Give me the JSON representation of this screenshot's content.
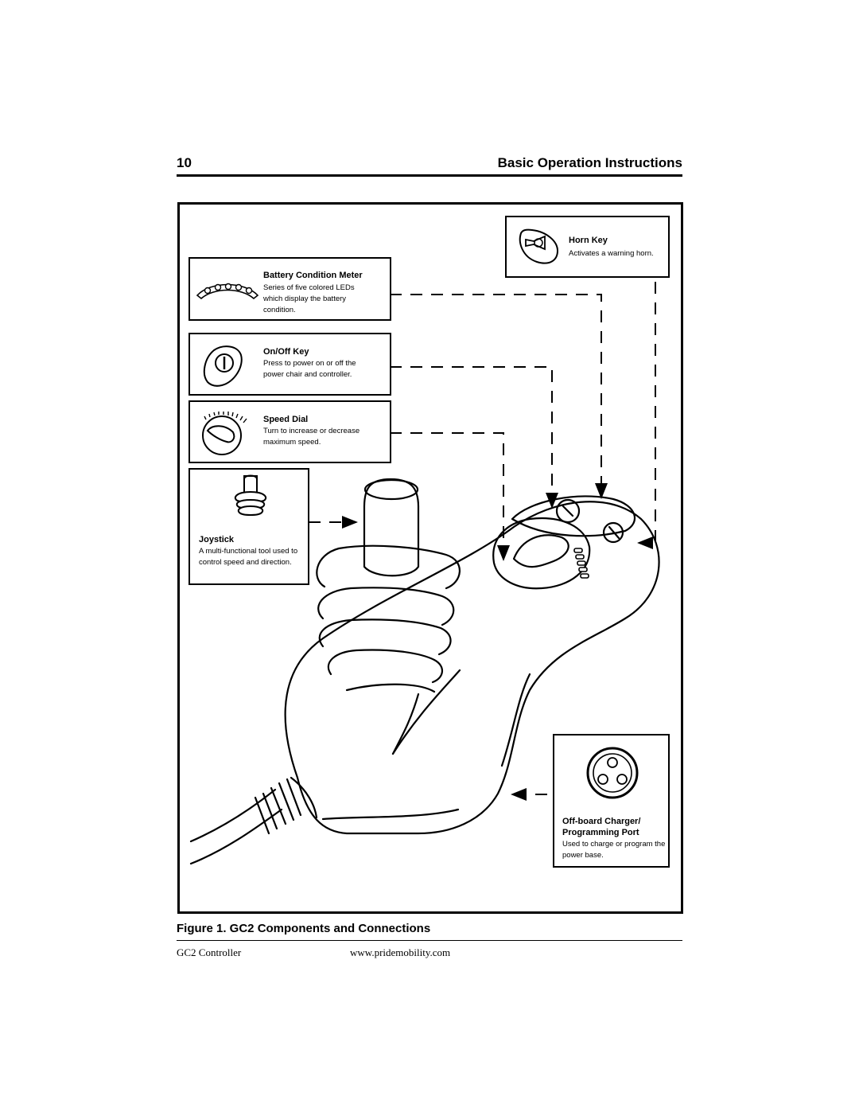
{
  "header": {
    "page_number": "10",
    "section_title": "Basic Operation Instructions"
  },
  "callouts": {
    "horn_key": {
      "title": "Horn Key",
      "description": "Activates a warning horn.",
      "icon": "horn-key-icon"
    },
    "battery_meter": {
      "title": "Battery Condition Meter",
      "description": "Series of five colored LEDs which display the battery condition.",
      "icon": "battery-led-meter-icon"
    },
    "on_off_key": {
      "title": "On/Off Key",
      "description": "Press to power on or off the power chair and controller.",
      "icon": "power-key-icon"
    },
    "speed_dial": {
      "title": "Speed Dial",
      "description": "Turn to increase or decrease maximum speed.",
      "icon": "speed-dial-icon"
    },
    "joystick": {
      "title": "Joystick",
      "description": "A multi-functional tool used to control speed and direction.",
      "icon": "joystick-icon"
    },
    "charger_port": {
      "title": "Off-board Charger/ Programming Port",
      "description": "Used to charge or program the power base.",
      "icon": "three-pin-port-icon"
    }
  },
  "figure": {
    "caption": "Figure 1. GC2 Components and Connections"
  },
  "footer": {
    "left": "GC2 Controller",
    "url": "www.pridemobility.com"
  }
}
